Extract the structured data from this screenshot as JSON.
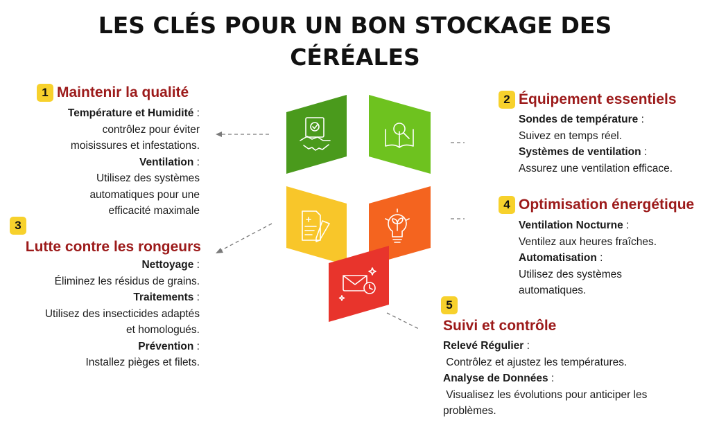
{
  "title": {
    "line1": "LES CLÉS POUR UN BON STOCKAGE DES",
    "line2": "CÉRÉALES"
  },
  "colors": {
    "heading": "#9c1a1a",
    "badge": "#f7d12c",
    "tile_dark_green": "#4a9a1c",
    "tile_light_green": "#6ec21f",
    "tile_yellow": "#f8c62a",
    "tile_orange": "#f4641f",
    "tile_red": "#e8342c"
  },
  "icons": [
    "contract-handshake-icon",
    "book-magnifier-icon",
    "document-pen-icon",
    "lightbulb-plant-icon",
    "email-clock-icon"
  ],
  "sections": [
    {
      "number": "1",
      "heading": "Maintenir la qualité",
      "items": [
        {
          "term": "Température et Humidité",
          "sep": " :",
          "lines": [
            "contrôlez pour éviter",
            "moisissures et infestations."
          ]
        },
        {
          "term": "Ventilation",
          "sep": " :",
          "lines": [
            "Utilisez des systèmes",
            "automatiques pour une",
            "efficacité maximale"
          ]
        }
      ]
    },
    {
      "number": "2",
      "heading": "Équipement essentiels",
      "items": [
        {
          "term": "Sondes de température",
          "sep": " :",
          "lines": [
            "Suivez en temps réel."
          ]
        },
        {
          "term": "Systèmes de ventilation",
          "sep": " :",
          "lines": [
            "Assurez une ventilation efficace."
          ]
        }
      ]
    },
    {
      "number": "3",
      "heading": "Lutte contre les rongeurs",
      "items": [
        {
          "term": "Nettoyage",
          "sep": " :",
          "lines": [
            "Éliminez les résidus de grains."
          ]
        },
        {
          "term": "Traitements",
          "sep": " :",
          "lines": [
            "Utilisez des insecticides adaptés",
            "et homologués."
          ]
        },
        {
          "term": "Prévention",
          "sep": " :",
          "lines": [
            "Installez pièges et filets."
          ]
        }
      ]
    },
    {
      "number": "4",
      "heading": "Optimisation énergétique",
      "items": [
        {
          "term": "Ventilation Nocturne",
          "sep": " :",
          "lines": [
            "Ventilez aux heures fraîches."
          ]
        },
        {
          "term": "Automatisation",
          "sep": " :",
          "lines": [
            "Utilisez des systèmes",
            "automatiques."
          ]
        }
      ]
    },
    {
      "number": "5",
      "heading": "Suivi et contrôle",
      "items": [
        {
          "term": "Relevé Régulier",
          "sep": " :",
          "lines": [
            " Contrôlez et ajustez les températures."
          ]
        },
        {
          "term": "Analyse de Données",
          "sep": " :",
          "lines": [
            " Visualisez les évolutions pour anticiper les",
            "problèmes."
          ]
        }
      ]
    }
  ]
}
